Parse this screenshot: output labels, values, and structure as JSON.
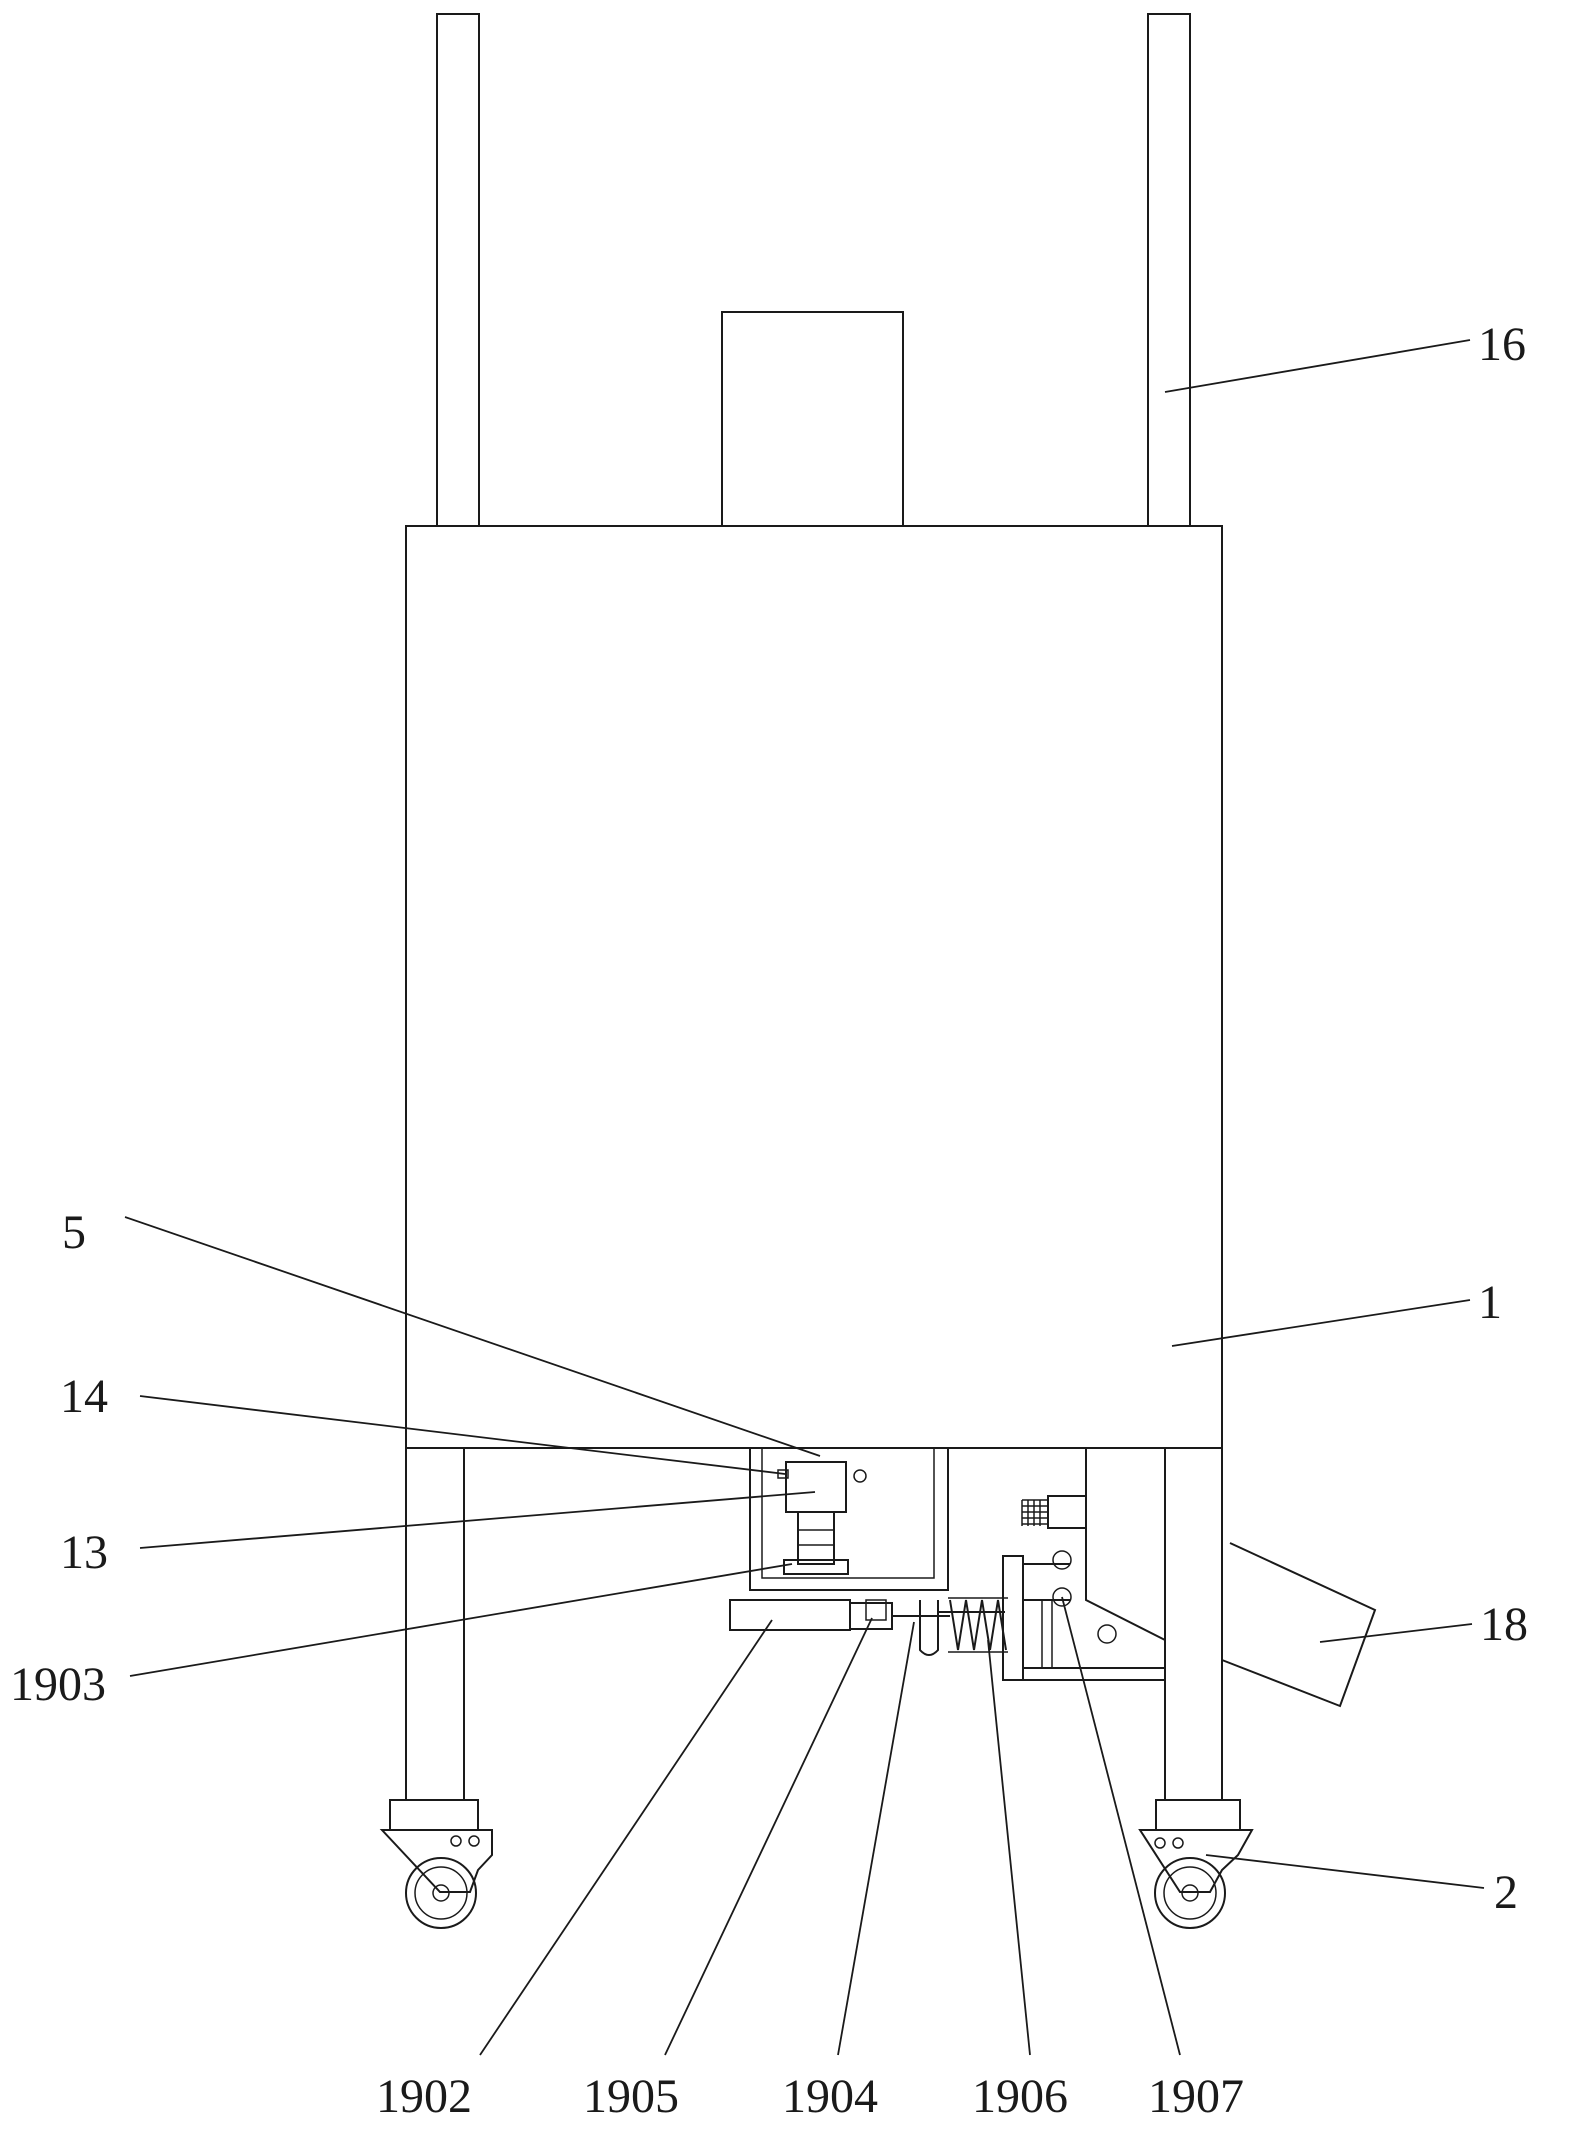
{
  "colors": {
    "line": "#1a1a1a",
    "background": "#ffffff"
  },
  "labels": {
    "l16": "16",
    "l5": "5",
    "l1": "1",
    "l14": "14",
    "l13": "13",
    "l18": "18",
    "l1903": "1903",
    "l2": "2",
    "l1902": "1902",
    "l1905": "1905",
    "l1904": "1904",
    "l1906": "1906",
    "l1907": "1907"
  }
}
